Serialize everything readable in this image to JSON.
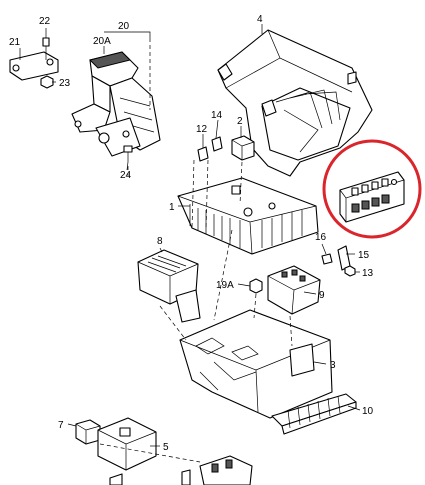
{
  "callouts": [
    {
      "id": "c1",
      "text": "1"
    },
    {
      "id": "c2",
      "text": "2"
    },
    {
      "id": "c3",
      "text": "3"
    },
    {
      "id": "c4",
      "text": "4"
    },
    {
      "id": "c5",
      "text": "5"
    },
    {
      "id": "c7",
      "text": "7"
    },
    {
      "id": "c8",
      "text": "8"
    },
    {
      "id": "c9",
      "text": "9"
    },
    {
      "id": "c10",
      "text": "10"
    },
    {
      "id": "c12",
      "text": "12"
    },
    {
      "id": "c13",
      "text": "13"
    },
    {
      "id": "c14",
      "text": "14"
    },
    {
      "id": "c15",
      "text": "15"
    },
    {
      "id": "c16",
      "text": "16"
    },
    {
      "id": "c19a",
      "text": "19A"
    },
    {
      "id": "c20",
      "text": "20"
    },
    {
      "id": "c20a",
      "text": "20A"
    },
    {
      "id": "c21",
      "text": "21"
    },
    {
      "id": "c22",
      "text": "22"
    },
    {
      "id": "c23",
      "text": "23"
    },
    {
      "id": "c24",
      "text": "24"
    }
  ],
  "highlight": {
    "color": "#d9252b"
  }
}
